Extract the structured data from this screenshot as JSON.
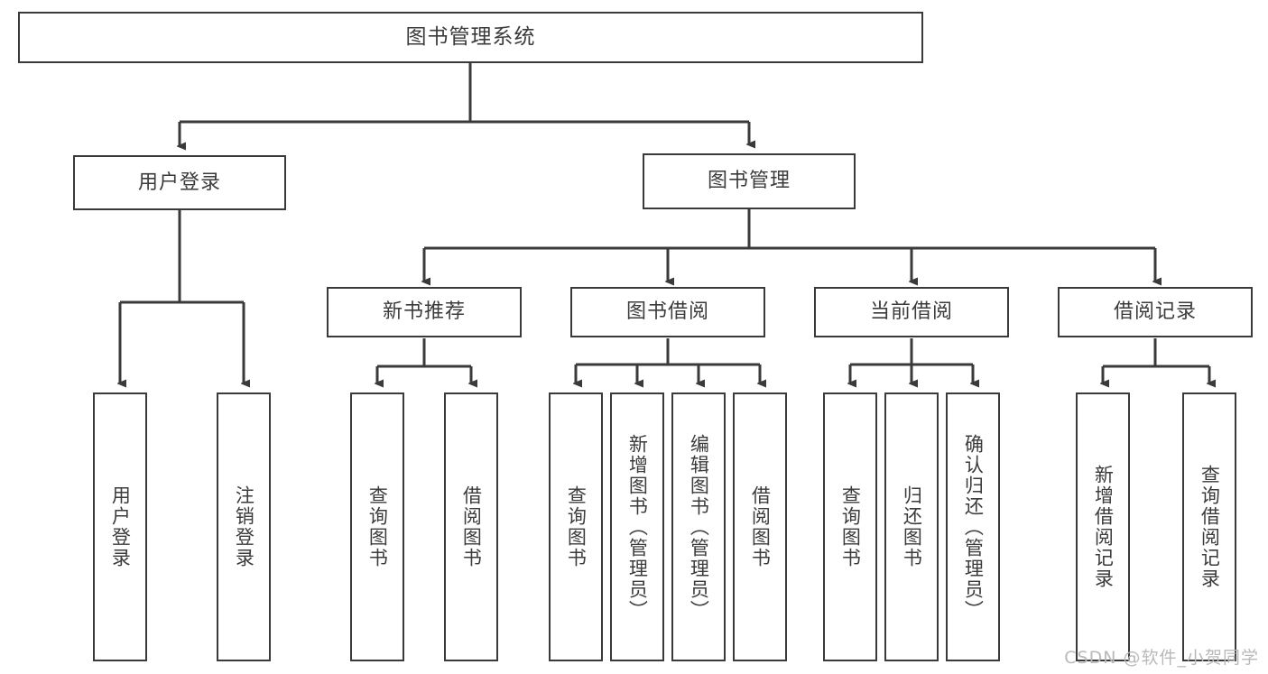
{
  "diagram": {
    "type": "tree-hierarchy-diagram",
    "title": "图书管理系统",
    "orientation": "top-down",
    "colors": {
      "box_stroke": "#3a3a3a",
      "box_fill": "#ffffff",
      "connector": "#3a3a3a",
      "text": "#3b3b3b",
      "watermark": "#b9b9b9",
      "background": "#ffffff"
    },
    "root": {
      "label": "图书管理系统"
    },
    "level2": [
      {
        "label": "用户登录"
      },
      {
        "label": "图书管理"
      }
    ],
    "level3": [
      {
        "label": "新书推荐"
      },
      {
        "label": "图书借阅"
      },
      {
        "label": "当前借阅"
      },
      {
        "label": "借阅记录"
      }
    ],
    "leaves": {
      "user_login": [
        {
          "label": "用户登录"
        },
        {
          "label": "注销登录"
        }
      ],
      "new_book_recommend": [
        {
          "label": "查询图书"
        },
        {
          "label": "借阅图书"
        }
      ],
      "book_borrow": [
        {
          "label": "查询图书"
        },
        {
          "label": "新增图书（管理员）"
        },
        {
          "label": "编辑图书（管理员）"
        },
        {
          "label": "借阅图书"
        }
      ],
      "current_borrow": [
        {
          "label": "查询图书"
        },
        {
          "label": "归还图书"
        },
        {
          "label": "确认归还（管理员）"
        }
      ],
      "borrow_records": [
        {
          "label": "新增借阅记录"
        },
        {
          "label": "查询借阅记录"
        }
      ]
    }
  },
  "watermark": {
    "text": "CSDN @软件_小贺同学"
  }
}
